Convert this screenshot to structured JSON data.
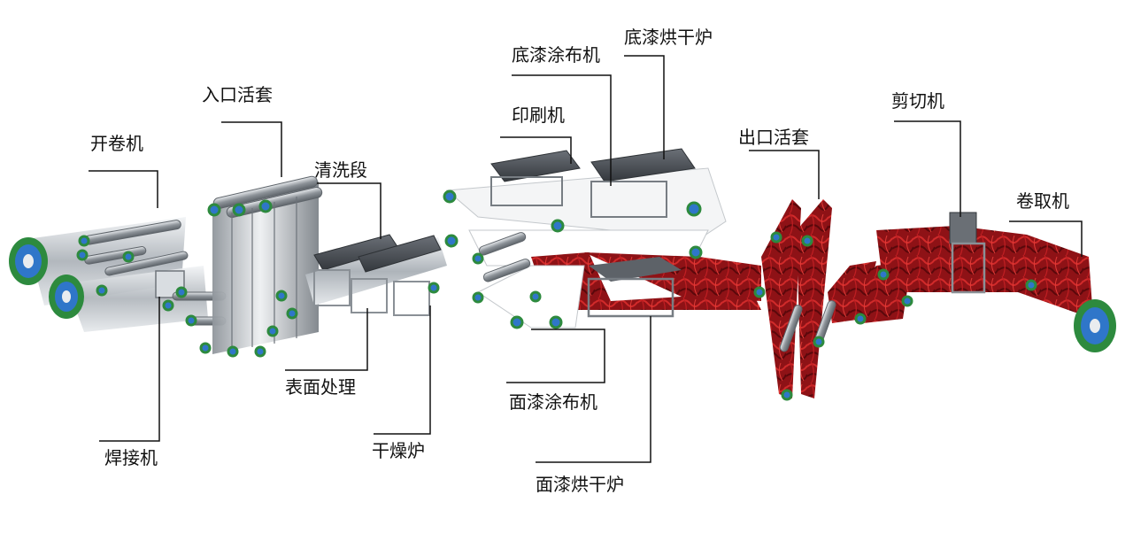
{
  "labels": {
    "uncoiler": "开卷机",
    "entry_looper": "入口活套",
    "cleaning": "清洗段",
    "printer": "印刷机",
    "primer_coater": "底漆涂布机",
    "primer_oven": "底漆烘干炉",
    "exit_looper": "出口活套",
    "shear": "剪切机",
    "recoiler": "卷取机",
    "welder": "焊接机",
    "surface_treatment": "表面处理",
    "dryer": "干燥炉",
    "top_coater": "面漆涂布机",
    "top_oven": "面漆烘干炉"
  },
  "colors": {
    "strip_silver": "#c9ced3",
    "strip_red": "#a4161a",
    "coil_green": "#2d8a3e",
    "coil_blue": "#2f76c9",
    "oven_dark": "#4b4f55",
    "leader_line": "#111111"
  }
}
